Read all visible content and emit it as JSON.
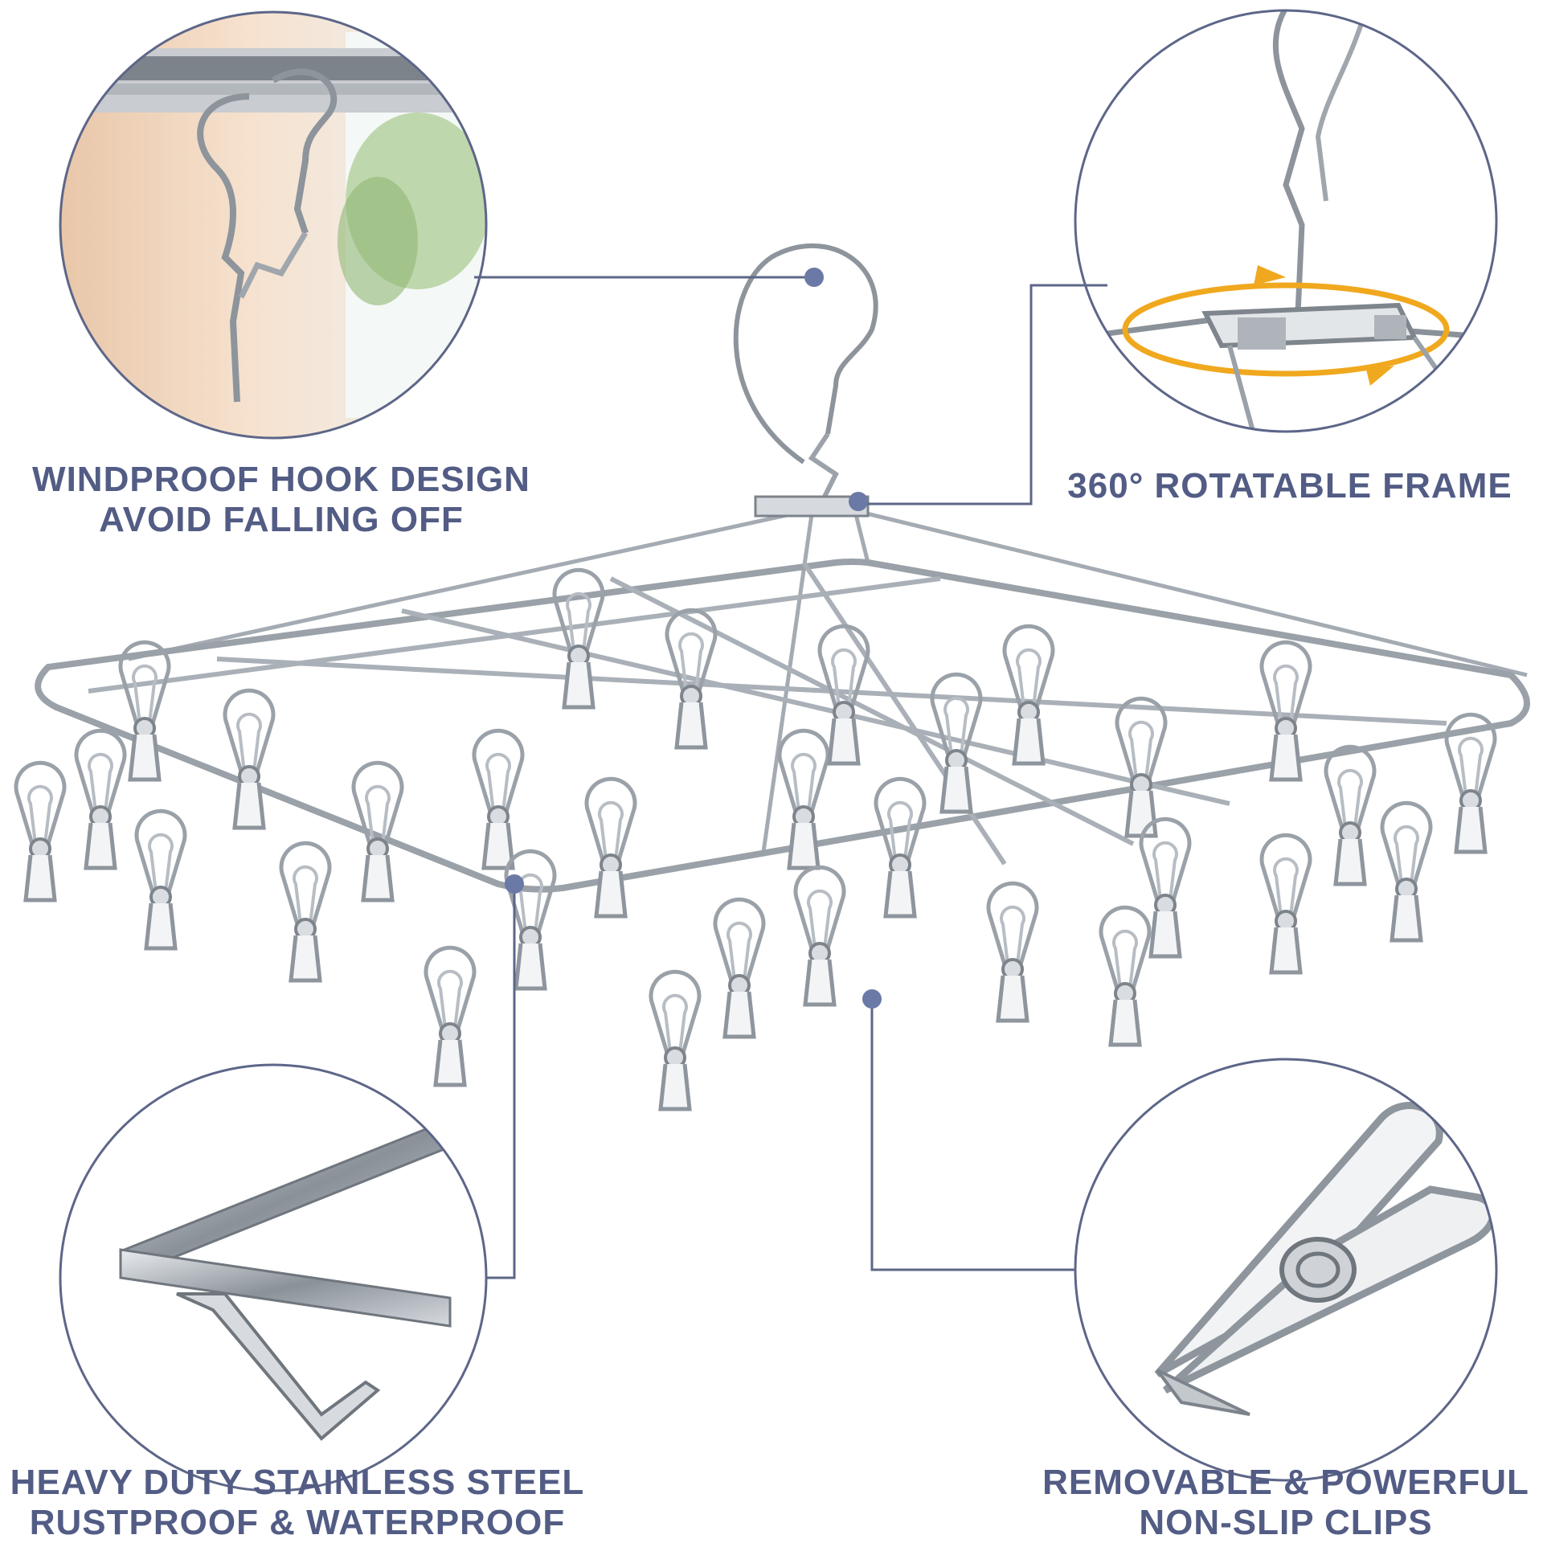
{
  "features": {
    "hook": {
      "line1": "WINDPROOF HOOK DESIGN",
      "line2": "AVOID FALLING OFF"
    },
    "frame": {
      "line1": "360° ROTATABLE FRAME"
    },
    "steel": {
      "line1": "HEAVY DUTY STAINLESS STEEL",
      "line2": "RUSTPROOF & WATERPROOF"
    },
    "clips": {
      "line1": "REMOVABLE & POWERFUL",
      "line2": "NON-SLIP CLIPS"
    }
  },
  "colors": {
    "caption_text": "#525c84",
    "callout_line": "#5d6688",
    "callout_dot": "#6a79a6",
    "rotation_arrow": "#f0a81e",
    "steel": "#9ca3ab"
  },
  "product": {
    "clip_count": 30
  }
}
